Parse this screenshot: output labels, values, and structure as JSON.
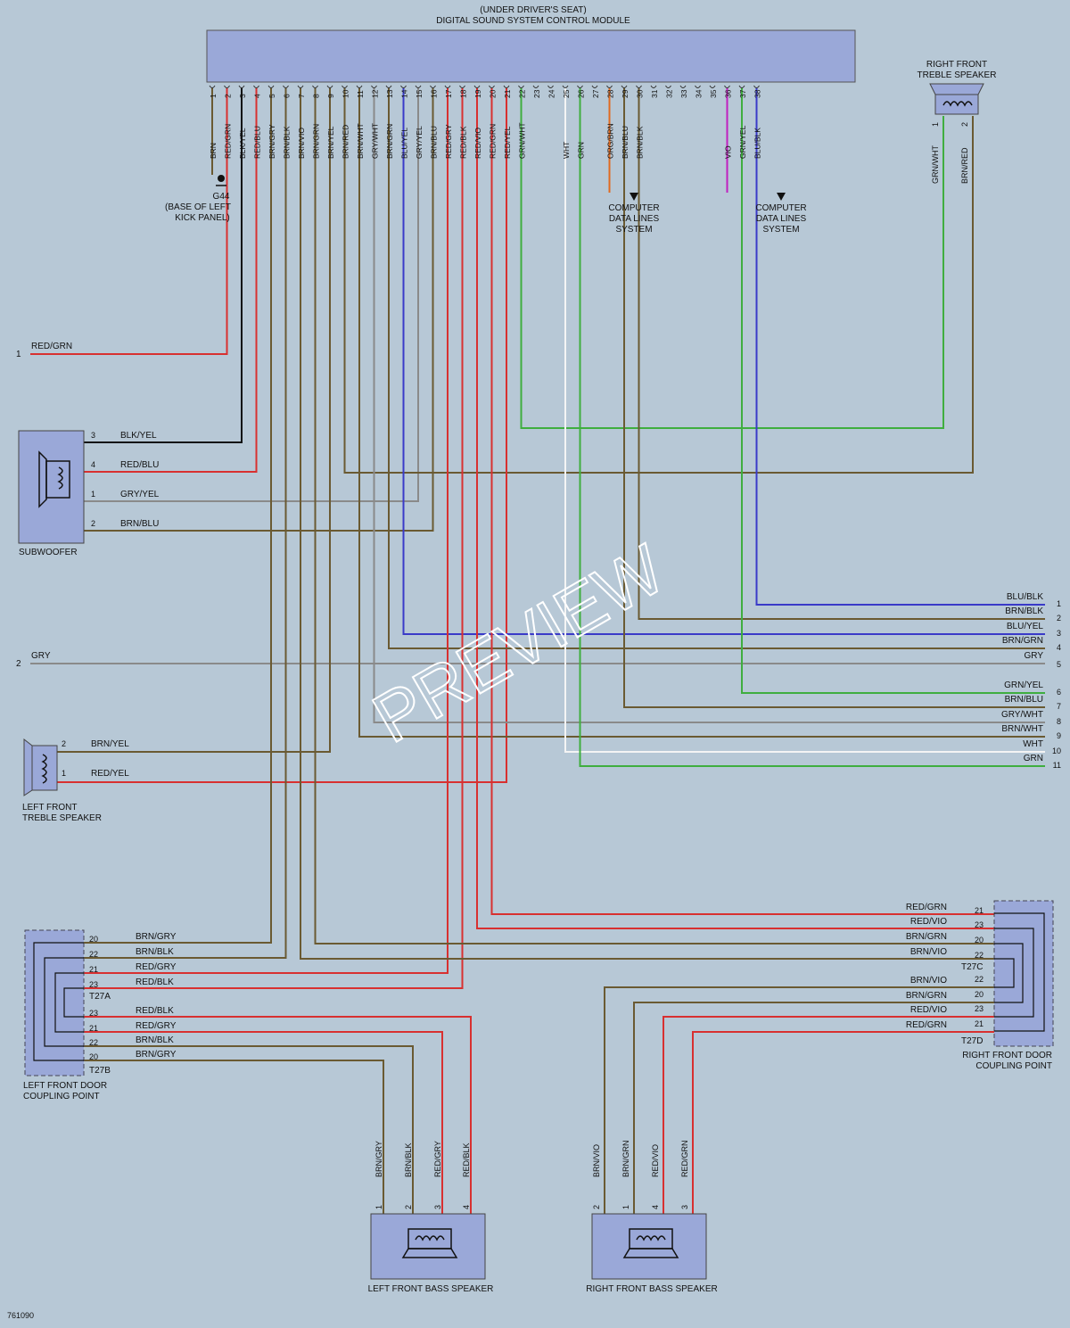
{
  "module": {
    "location": "(UNDER DRIVER'S SEAT)",
    "title": "DIGITAL SOUND SYSTEM CONTROL MODULE",
    "pins": [
      {
        "pin": "1",
        "wire": "BRN"
      },
      {
        "pin": "2",
        "wire": "RED/GRN"
      },
      {
        "pin": "3",
        "wire": "BLK/YEL"
      },
      {
        "pin": "4",
        "wire": "RED/BLU"
      },
      {
        "pin": "5",
        "wire": "BRN/GRY"
      },
      {
        "pin": "6",
        "wire": "BRN/BLK"
      },
      {
        "pin": "7",
        "wire": "BRN/VIO"
      },
      {
        "pin": "8",
        "wire": "BRN/GRN"
      },
      {
        "pin": "9",
        "wire": "BRN/YEL"
      },
      {
        "pin": "10",
        "wire": "BRN/RED"
      },
      {
        "pin": "11",
        "wire": "BRN/WHT"
      },
      {
        "pin": "12",
        "wire": "GRY/WHT"
      },
      {
        "pin": "13",
        "wire": "BRN/GRN"
      },
      {
        "pin": "14",
        "wire": "BLU/YEL"
      },
      {
        "pin": "15",
        "wire": "GRY/YEL"
      },
      {
        "pin": "16",
        "wire": "BRN/BLU"
      },
      {
        "pin": "17",
        "wire": "RED/GRY"
      },
      {
        "pin": "18",
        "wire": "RED/BLK"
      },
      {
        "pin": "19",
        "wire": "RED/VIO"
      },
      {
        "pin": "20",
        "wire": "RED/GRN"
      },
      {
        "pin": "21",
        "wire": "RED/YEL"
      },
      {
        "pin": "22",
        "wire": "GRN/WHT"
      },
      {
        "pin": "23",
        "wire": ""
      },
      {
        "pin": "24",
        "wire": ""
      },
      {
        "pin": "25",
        "wire": "WHT"
      },
      {
        "pin": "26",
        "wire": "GRN"
      },
      {
        "pin": "27",
        "wire": ""
      },
      {
        "pin": "28",
        "wire": "ORG/BRN"
      },
      {
        "pin": "29",
        "wire": "BRN/BLU"
      },
      {
        "pin": "30",
        "wire": "BRN/BLK"
      },
      {
        "pin": "31",
        "wire": ""
      },
      {
        "pin": "32",
        "wire": ""
      },
      {
        "pin": "33",
        "wire": ""
      },
      {
        "pin": "34",
        "wire": ""
      },
      {
        "pin": "35",
        "wire": ""
      },
      {
        "pin": "36",
        "wire": "VIO"
      },
      {
        "pin": "37",
        "wire": "GRN/YEL"
      },
      {
        "pin": "38",
        "wire": "BLU/BLK"
      }
    ]
  },
  "ground": {
    "id": "G44",
    "location_line1": "(BASE OF LEFT",
    "location_line2": "KICK PANEL)"
  },
  "data_lines": {
    "line1": "COMPUTER",
    "line2": "DATA LINES",
    "line3": "SYSTEM"
  },
  "right_treble": {
    "name_line1": "RIGHT FRONT",
    "name_line2": "TREBLE SPEAKER",
    "pins": [
      {
        "pin": "1",
        "wire": "GRN/WHT"
      },
      {
        "pin": "2",
        "wire": "BRN/RED"
      }
    ]
  },
  "left_connector": {
    "pins": [
      {
        "pin": "1",
        "wire": "RED/GRN"
      },
      {
        "pin": "2",
        "wire": "GRY"
      }
    ]
  },
  "subwoofer": {
    "name": "SUBWOOFER",
    "pins": [
      {
        "pin": "3",
        "wire": "BLK/YEL"
      },
      {
        "pin": "4",
        "wire": "RED/BLU"
      },
      {
        "pin": "1",
        "wire": "GRY/YEL"
      },
      {
        "pin": "2",
        "wire": "BRN/BLU"
      }
    ]
  },
  "left_treble": {
    "name_line1": "LEFT FRONT",
    "name_line2": "TREBLE SPEAKER",
    "pins": [
      {
        "pin": "2",
        "wire": "BRN/YEL"
      },
      {
        "pin": "1",
        "wire": "RED/YEL"
      }
    ]
  },
  "right_connector": {
    "pins": [
      {
        "pin": "1",
        "wire": "BLU/BLK"
      },
      {
        "pin": "2",
        "wire": "BRN/BLK"
      },
      {
        "pin": "3",
        "wire": "BLU/YEL"
      },
      {
        "pin": "4",
        "wire": "BRN/GRN"
      },
      {
        "pin": "5",
        "wire": "GRY"
      },
      {
        "pin": "6",
        "wire": "GRN/YEL"
      },
      {
        "pin": "7",
        "wire": "BRN/BLU"
      },
      {
        "pin": "8",
        "wire": "GRY/WHT"
      },
      {
        "pin": "9",
        "wire": "BRN/WHT"
      },
      {
        "pin": "10",
        "wire": "WHT"
      },
      {
        "pin": "11",
        "wire": "GRN"
      }
    ]
  },
  "left_door": {
    "name_line1": "LEFT FRONT DOOR",
    "name_line2": "COUPLING POINT",
    "connector_a": "T27A",
    "connector_b": "T27B",
    "a_pins": [
      {
        "pin": "20",
        "wire": "BRN/GRY"
      },
      {
        "pin": "22",
        "wire": "BRN/BLK"
      },
      {
        "pin": "21",
        "wire": "RED/GRY"
      },
      {
        "pin": "23",
        "wire": "RED/BLK"
      }
    ],
    "b_pins": [
      {
        "pin": "23",
        "wire": "RED/BLK"
      },
      {
        "pin": "21",
        "wire": "RED/GRY"
      },
      {
        "pin": "22",
        "wire": "BRN/BLK"
      },
      {
        "pin": "20",
        "wire": "BRN/GRY"
      }
    ]
  },
  "right_door": {
    "name_line1": "RIGHT FRONT DOOR",
    "name_line2": "COUPLING POINT",
    "connector_c": "T27C",
    "connector_d": "T27D",
    "c_pins": [
      {
        "pin": "21",
        "wire": "RED/GRN"
      },
      {
        "pin": "23",
        "wire": "RED/VIO"
      },
      {
        "pin": "20",
        "wire": "BRN/GRN"
      },
      {
        "pin": "22",
        "wire": "BRN/VIO"
      }
    ],
    "d_pins": [
      {
        "pin": "22",
        "wire": "BRN/VIO"
      },
      {
        "pin": "20",
        "wire": "BRN/GRN"
      },
      {
        "pin": "23",
        "wire": "RED/VIO"
      },
      {
        "pin": "21",
        "wire": "RED/GRN"
      }
    ]
  },
  "left_bass": {
    "name": "LEFT FRONT BASS SPEAKER",
    "pins": [
      {
        "pin": "1",
        "wire": "BRN/GRY"
      },
      {
        "pin": "2",
        "wire": "BRN/BLK"
      },
      {
        "pin": "3",
        "wire": "RED/GRY"
      },
      {
        "pin": "4",
        "wire": "RED/BLK"
      }
    ]
  },
  "right_bass": {
    "name": "RIGHT FRONT BASS SPEAKER",
    "pins": [
      {
        "pin": "2",
        "wire": "BRN/VIO"
      },
      {
        "pin": "1",
        "wire": "BRN/GRN"
      },
      {
        "pin": "4",
        "wire": "RED/VIO"
      },
      {
        "pin": "3",
        "wire": "RED/GRN"
      }
    ]
  },
  "watermark": "PREVIEW",
  "diagram_code": "761090",
  "colors": {
    "background": "#b7c8d6",
    "component": "#9aa8d8",
    "component_stroke": "#444",
    "red": "#d83030",
    "brown": "#6a5a32",
    "green": "#3fae3f",
    "blue": "#3a3ac8",
    "violet": "#c020c0",
    "orange": "#e06a20",
    "gray": "#8a8a8a"
  }
}
